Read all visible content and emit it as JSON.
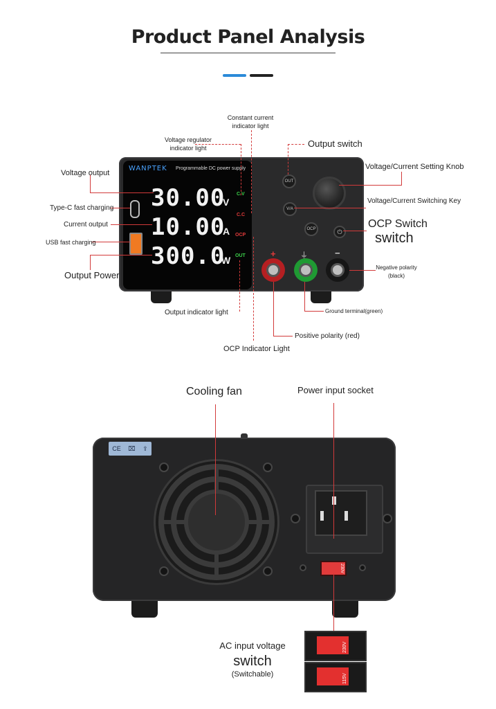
{
  "title": "Product Panel Analysis",
  "front": {
    "brand": "WANPTEK",
    "model": "Programmable DC power supply",
    "voltage": "30.00",
    "voltage_unit": "V",
    "current": "10.00",
    "current_unit": "A",
    "power": "300.0",
    "power_unit": "W",
    "ind_cv": "C.V",
    "ind_cc": "C.C",
    "ind_ocp": "OCP",
    "ind_out": "OUT",
    "btn_out": "OUT",
    "btn_va": "V/A",
    "btn_ocp": "OCP",
    "plus": "+",
    "minus": "−",
    "ground": "⏚"
  },
  "labels": {
    "constant_current": "Constant current indicator light",
    "voltage_regulator": "Voltage regulator indicator light",
    "output_switch": "Output switch",
    "knob": "Voltage/Current Setting Knob",
    "voltage_output": "Voltage output",
    "type_c": "Type-C fast charging",
    "current_output": "Current output",
    "usb_fast": "USB fast charging",
    "output_power": "Output Power",
    "switching_key": "Voltage/Current Switching Key",
    "ocp_switch_1": "OCP Switch",
    "ocp_switch_2": "switch",
    "negative": "Negative polarity (black)",
    "output_indicator": "Output indicator light",
    "ground_terminal": "Ground terminal(green)",
    "positive": "Positive polarity (red)",
    "ocp_indicator": "OCP Indicator Light",
    "cooling_fan": "Cooling fan",
    "power_socket": "Power input socket",
    "ac_switch_1": "AC input voltage",
    "ac_switch_2": "switch",
    "ac_switch_3": "(Switchable)"
  },
  "back": {
    "cert_ce": "CE",
    "cert_weee": "⌧",
    "cert_other": "⇪",
    "switch_label": "230V",
    "switch_a": "230V",
    "switch_b": "115V"
  },
  "colors": {
    "accent_blue": "#2b8ad8",
    "line_red": "#d23a3a",
    "cv_green": "#3ccf4a",
    "cc_red": "#e23b3b",
    "ocp_red": "#e23b3b",
    "out_green": "#3ccf4a"
  }
}
